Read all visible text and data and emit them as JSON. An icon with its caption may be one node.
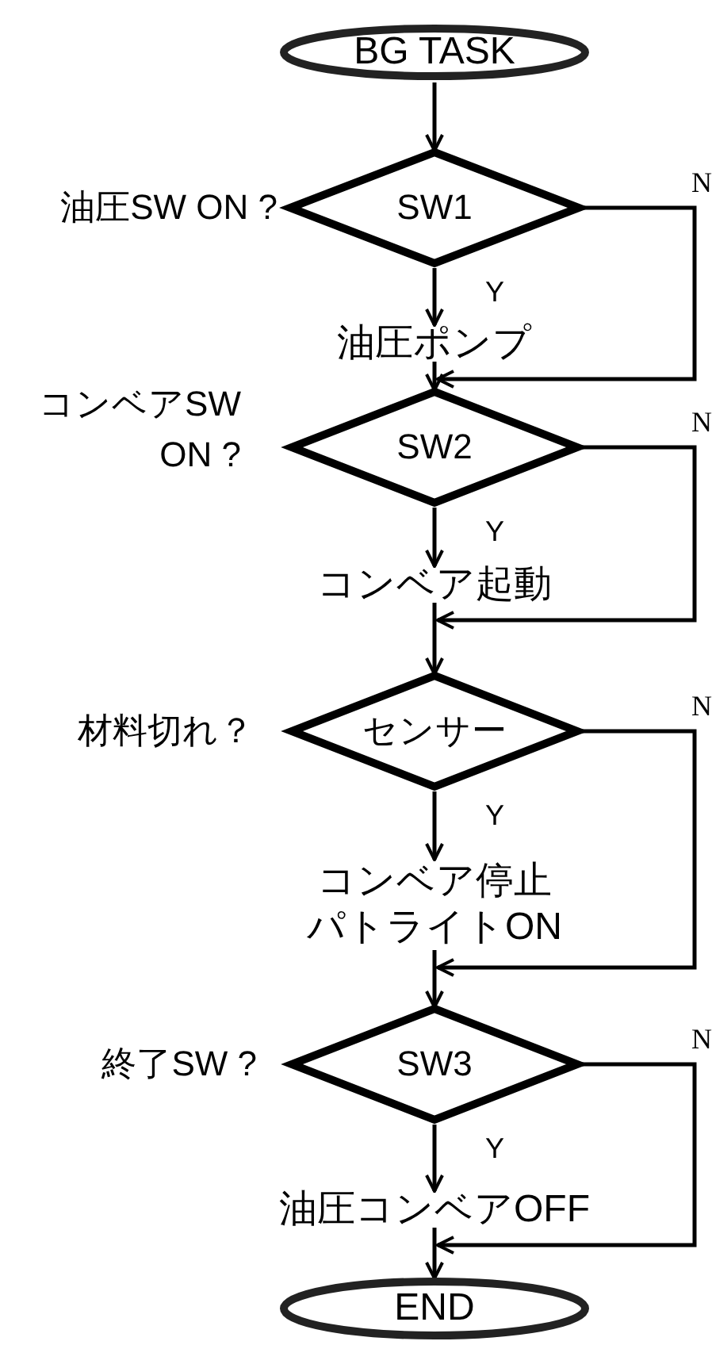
{
  "diagram": {
    "nodes": [
      {
        "text": [
          "BG TASK"
        ]
      },
      {
        "text": [
          "SW1"
        ],
        "beside": [
          "油圧SW ON ?"
        ]
      },
      {
        "text": [
          "油圧ポンプ"
        ]
      },
      {
        "text": [
          "SW2"
        ],
        "beside": [
          "コンベアSW ON ?"
        ]
      },
      {
        "text": [
          "コンベア起動"
        ]
      },
      {
        "text": [
          "センサー"
        ],
        "beside": [
          "材料切れ？"
        ]
      },
      {
        "text": [
          "コンベア停止パトライトON"
        ]
      },
      {
        "text": [
          "SW3"
        ],
        "beside": [
          "終了SW ?"
        ]
      },
      {
        "text": [
          "油圧コンベアOFF"
        ]
      },
      {
        "text": [
          "END"
        ]
      }
    ],
    "edges": [
      {
        "from": 0,
        "to": 1,
        "arrow": "to"
      },
      {
        "from": 1,
        "to": 2,
        "arrow": "to",
        "label": "Y"
      },
      {
        "from": 1,
        "to": 3,
        "arrow": "to",
        "label": "N"
      },
      {
        "from": 2,
        "to": 3,
        "arrow": "to"
      },
      {
        "from": 3,
        "to": 4,
        "arrow": "to",
        "label": "Y"
      },
      {
        "from": 3,
        "to": 5,
        "arrow": "to",
        "label": "N"
      },
      {
        "from": 4,
        "to": 5,
        "arrow": "to"
      },
      {
        "from": 5,
        "to": 6,
        "arrow": "to",
        "label": "Y"
      },
      {
        "from": 5,
        "to": 7,
        "arrow": "to",
        "label": "N"
      },
      {
        "from": 6,
        "to": 7,
        "arrow": "to"
      },
      {
        "from": 7,
        "to": 8,
        "arrow": "to",
        "label": "Y"
      },
      {
        "from": 7,
        "to": 9,
        "arrow": "to",
        "label": "N"
      },
      {
        "from": 8,
        "to": 9,
        "arrow": "to"
      }
    ]
  }
}
